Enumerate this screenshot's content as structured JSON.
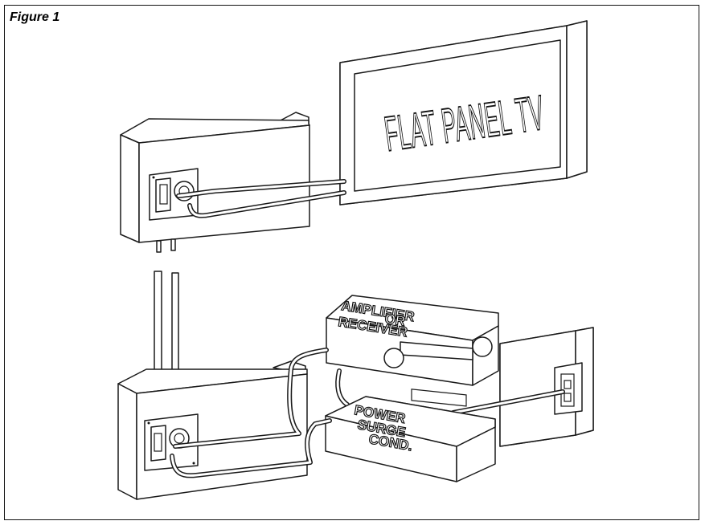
{
  "figure": {
    "title": "Figure 1"
  },
  "labels": {
    "tv": "FLAT PANEL TV",
    "amplifier": [
      "AMPLIFIER",
      "OR",
      "RECEIVER"
    ],
    "surge": [
      "POWER",
      "SURGE",
      "COND."
    ]
  },
  "colors": {
    "line": "#1a1a1a",
    "background": "#ffffff"
  }
}
